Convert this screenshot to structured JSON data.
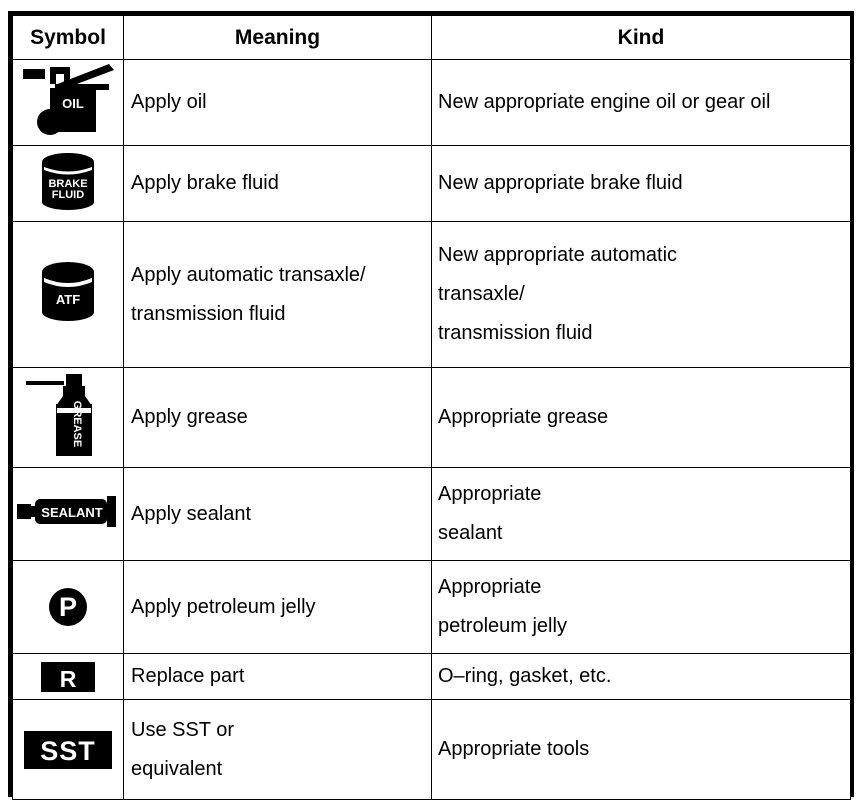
{
  "table": {
    "headers": [
      "Symbol",
      "Meaning",
      "Kind"
    ],
    "rows": [
      {
        "symbol_icon": "oil-can-icon",
        "symbol_label": "OIL",
        "meaning": [
          "Apply oil"
        ],
        "kind": [
          "New appropriate engine oil or gear oil"
        ]
      },
      {
        "symbol_icon": "brake-fluid-can-icon",
        "symbol_label": "BRAKE FLUID",
        "meaning": [
          "Apply brake fluid"
        ],
        "kind": [
          "New appropriate brake fluid"
        ]
      },
      {
        "symbol_icon": "atf-can-icon",
        "symbol_label": "ATF",
        "meaning": [
          "Apply automatic transaxle/",
          "transmission fluid"
        ],
        "kind": [
          "New appropriate automatic",
          "transaxle/",
          "transmission fluid"
        ]
      },
      {
        "symbol_icon": "grease-cartridge-icon",
        "symbol_label": "GREASE",
        "meaning": [
          "Apply grease"
        ],
        "kind": [
          "Appropriate grease"
        ]
      },
      {
        "symbol_icon": "sealant-tube-icon",
        "symbol_label": "SEALANT",
        "meaning": [
          "Apply sealant"
        ],
        "kind": [
          "Appropriate",
          "sealant"
        ]
      },
      {
        "symbol_icon": "circled-p-icon",
        "symbol_label": "P",
        "meaning": [
          "Apply petroleum jelly"
        ],
        "kind": [
          "Appropriate",
          "petroleum jelly"
        ]
      },
      {
        "symbol_icon": "boxed-r-icon",
        "symbol_label": "R",
        "meaning": [
          "Replace part"
        ],
        "kind": [
          "O–ring, gasket, etc."
        ]
      },
      {
        "symbol_icon": "boxed-sst-icon",
        "symbol_label": "SST",
        "meaning": [
          "Use SST or",
          "equivalent"
        ],
        "kind": [
          "Appropriate tools"
        ]
      }
    ]
  },
  "colors": {
    "ink": "#000000",
    "paper": "#ffffff"
  }
}
